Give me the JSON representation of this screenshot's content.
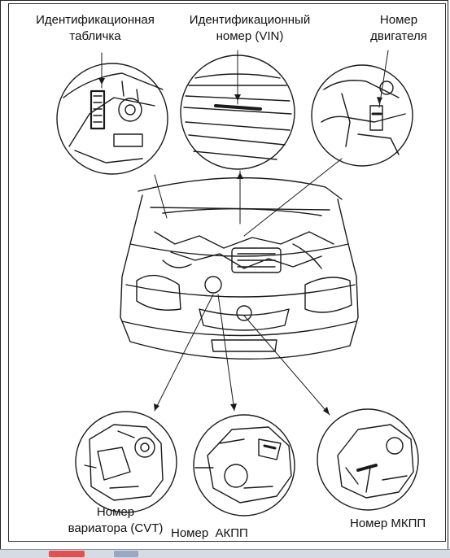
{
  "labels": {
    "id_plate": [
      "Идентификационная",
      "табличка"
    ],
    "vin": [
      "Идентификационный",
      "номер (VIN)"
    ],
    "engine": [
      "Номер",
      "двигателя"
    ],
    "cvt": [
      "Номер",
      "вариатора (CVT)"
    ],
    "akpp": "Номер  АКПП",
    "mkpp": "Номер МКПП"
  },
  "colors": {
    "line": "#1a1a1a",
    "paper": "#ffffff",
    "taskbar": "#d6dbe4"
  }
}
